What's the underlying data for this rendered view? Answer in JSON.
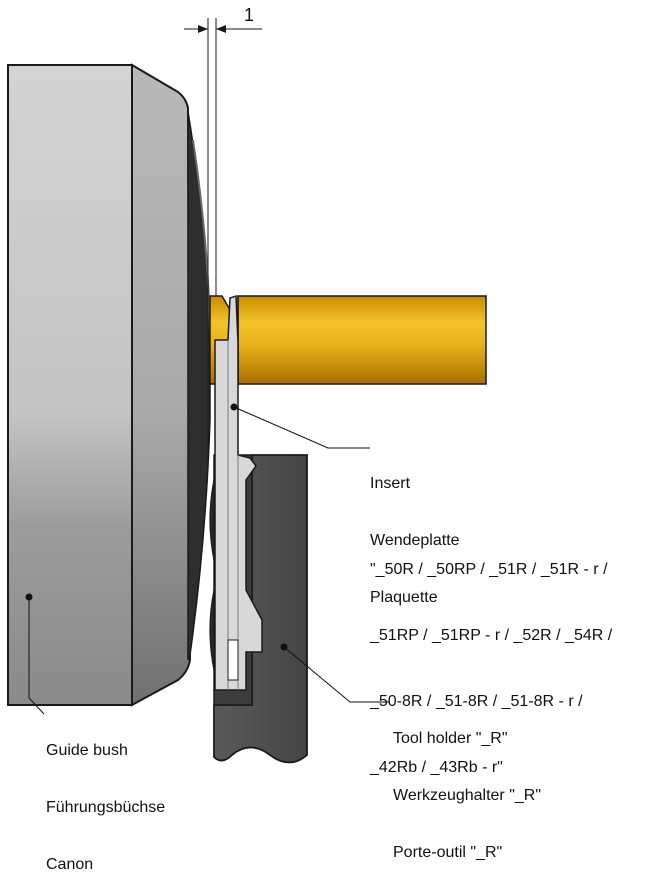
{
  "dimension": {
    "gap_value": "1"
  },
  "labels": {
    "insert": {
      "lines": [
        "Insert",
        "Wendeplatte",
        "Plaquette"
      ]
    },
    "insert_models": {
      "lines": [
        "\"_50R / _50RP / _51R / _51R - r /",
        "_51RP / _51RP - r / _52R / _54R /",
        "_50-8R / _51-8R / _51-8R - r /",
        "_42Rb / _43Rb - r\""
      ]
    },
    "guide_bush": {
      "lines": [
        "Guide bush",
        "Führungsbüchse",
        "Canon"
      ]
    },
    "tool_holder": {
      "lines": [
        "Tool holder \"_R\"",
        "Werkzeughalter \"_R\"",
        "Porte-outil \"_R\""
      ]
    }
  },
  "colors": {
    "guide_bush": "#c9c9c9",
    "workpiece": "#e3a812",
    "tool_holder": "#4f4f4f",
    "insert": "#d6d6d6",
    "outline": "#1a1a1a"
  }
}
